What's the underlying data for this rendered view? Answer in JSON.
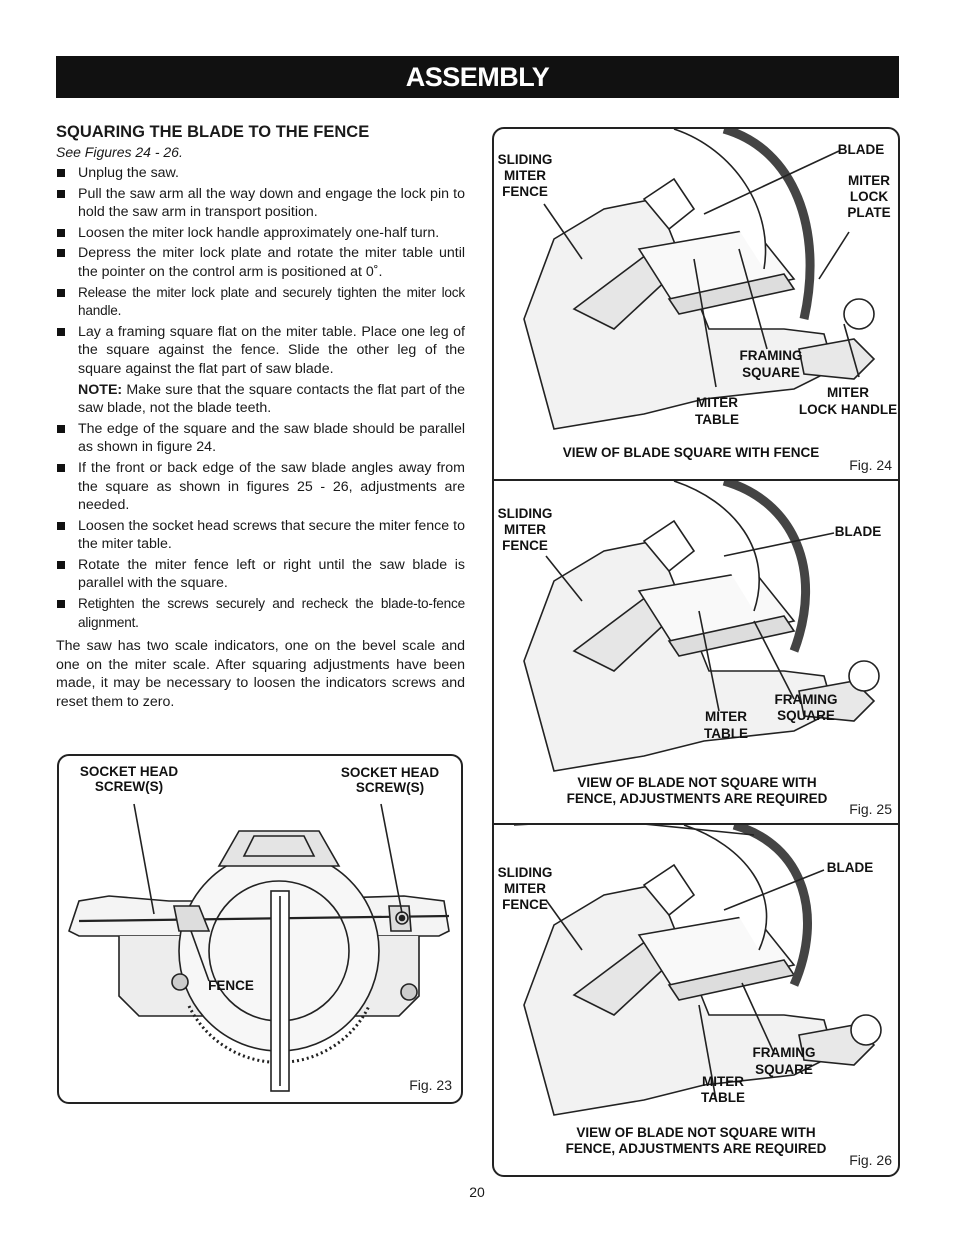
{
  "header": {
    "title": "ASSEMBLY"
  },
  "section": {
    "title": "SQUARING THE BLADE TO THE FENCE",
    "see": "See Figures 24 - 26.",
    "bullets": [
      "Unplug the saw.",
      "Pull the saw arm all the way down and engage the lock pin to hold the saw arm in transport position.",
      "Loosen the miter lock handle approximately one-half turn.",
      "Depress the miter lock plate and rotate the miter table until the pointer on the control arm is positioned at 0˚.",
      "Release the miter lock plate and securely tighten the miter lock handle.",
      "Lay a framing square flat on the miter table. Place one leg of the square against the fence. Slide the other leg of the square against the flat part of saw blade.",
      "The edge of the square and the saw blade should be parallel as shown in figure 24.",
      "If the front or back edge of the saw blade angles away from the square as shown in figures 25 - 26, adjustments are needed.",
      "Loosen the socket head screws that secure the miter fence to the miter table.",
      "Rotate the miter fence left or right until the saw blade is parallel with the square.",
      "Retighten the screws securely and recheck the blade-to-fence alignment."
    ],
    "note_label": "NOTE:",
    "note_text": "Make sure that the square contacts the flat part of the saw blade, not the blade teeth.",
    "closing": "The saw has two scale indicators, one on the bevel scale and one on the miter scale. After squaring adjustments have been made, it may be necessary to loosen the indicators screws and reset them to zero."
  },
  "fig23": {
    "caption": "Fig. 23",
    "label_left": [
      "SOCKET HEAD",
      "SCREW(S)"
    ],
    "label_right": [
      "SOCKET HEAD",
      "SCREW(S)"
    ],
    "label_fence": "FENCE"
  },
  "fig24": {
    "caption": "Fig. 24",
    "sliding": [
      "SLIDING",
      "MITER",
      "FENCE"
    ],
    "blade": "BLADE",
    "lock_plate": [
      "MITER",
      "LOCK",
      "PLATE"
    ],
    "framing": [
      "FRAMING",
      "SQUARE"
    ],
    "table": [
      "MITER",
      "TABLE"
    ],
    "lock_handle": [
      "MITER",
      "LOCK HANDLE"
    ],
    "view": "VIEW OF BLADE SQUARE WITH FENCE"
  },
  "fig25": {
    "caption": "Fig. 25",
    "sliding": [
      "SLIDING",
      "MITER",
      "FENCE"
    ],
    "blade": "BLADE",
    "framing": [
      "FRAMING",
      "SQUARE"
    ],
    "table": [
      "MITER",
      "TABLE"
    ],
    "view": [
      "VIEW OF BLADE NOT SQUARE WITH",
      "FENCE, ADJUSTMENTS ARE REQUIRED"
    ]
  },
  "fig26": {
    "caption": "Fig. 26",
    "sliding": [
      "SLIDING",
      "MITER",
      "FENCE"
    ],
    "blade": "BLADE",
    "framing": [
      "FRAMING",
      "SQUARE"
    ],
    "table": [
      "MITER",
      "TABLE"
    ],
    "view": [
      "VIEW OF BLADE NOT SQUARE WITH",
      "FENCE, ADJUSTMENTS ARE REQUIRED"
    ]
  },
  "footer": {
    "page_number": "20"
  }
}
